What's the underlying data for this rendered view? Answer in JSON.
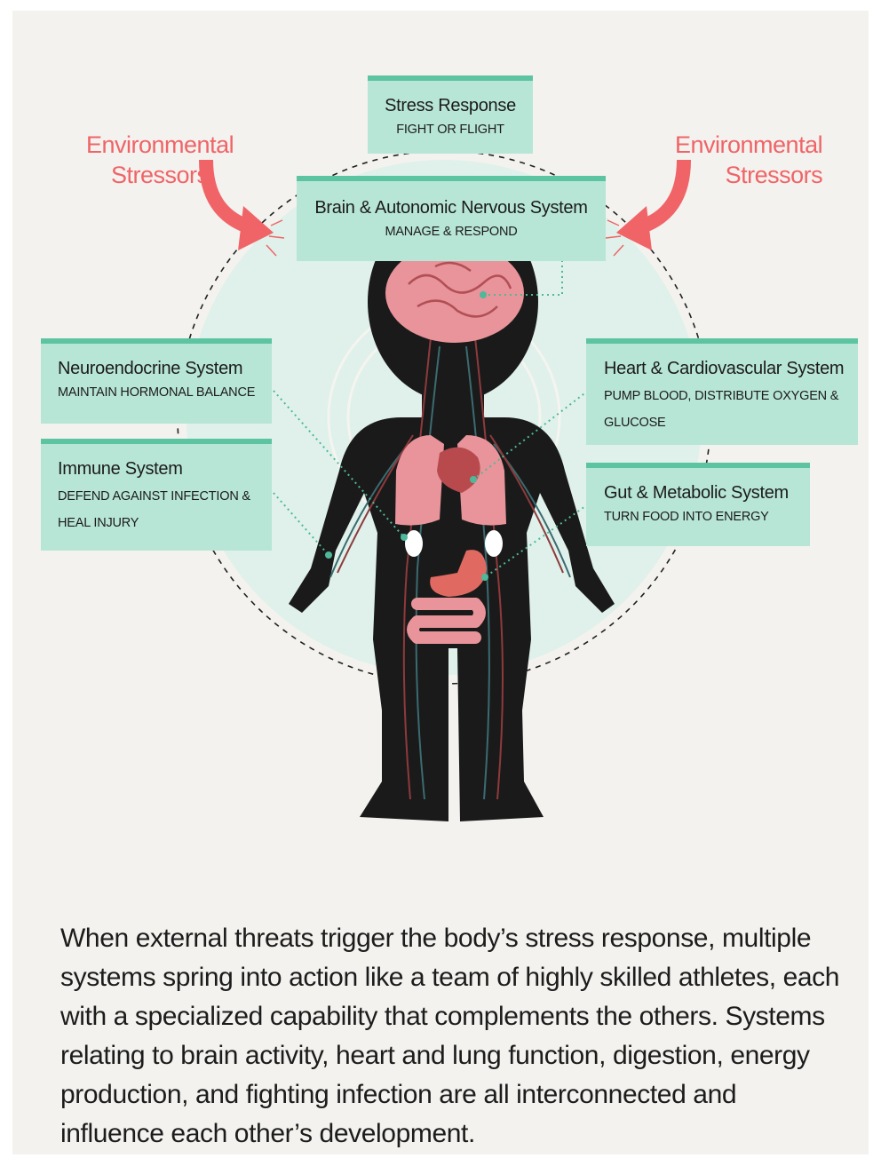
{
  "stress_response": {
    "title": "Stress Response",
    "subtitle": "FIGHT OR FLIGHT"
  },
  "brain_system": {
    "title": "Brain & Autonomic Nervous System",
    "subtitle": "MANAGE & RESPOND"
  },
  "env_stressors_left": {
    "line1": "Environmental",
    "line2": "Stressors"
  },
  "env_stressors_right": {
    "line1": "Environmental",
    "line2": "Stressors"
  },
  "neuroendocrine": {
    "title": "Neuroendocrine System",
    "subtitle": "MAINTAIN HORMONAL BALANCE"
  },
  "immune": {
    "title": "Immune System",
    "subtitle_line1": "DEFEND AGAINST INFECTION &",
    "subtitle_line2": "HEAL INJURY"
  },
  "heart": {
    "title": "Heart & Cardiovascular System",
    "subtitle_line1": "PUMP BLOOD, DISTRIBUTE OXYGEN &",
    "subtitle_line2": "GLUCOSE"
  },
  "gut": {
    "title": "Gut & Metabolic System",
    "subtitle": "TURN FOOD INTO ENERGY"
  },
  "caption": "When external threats trigger the body’s stress response, multiple systems spring into action like a team of highly skilled athletes, each with a specialized capability that complements the others. Systems relating to brain activity, heart and lung function, digestion, energy production, and fighting infection are all interconnected and influence each other’s development.",
  "colors": {
    "background": "#f3f2ef",
    "box_fill": "#b8e6d6",
    "box_accent": "#5dc4a2",
    "stressor_red": "#f06467",
    "body": "#1a1a1a",
    "organ_pink": "#e8949a",
    "organ_dark": "#b84a4e"
  }
}
